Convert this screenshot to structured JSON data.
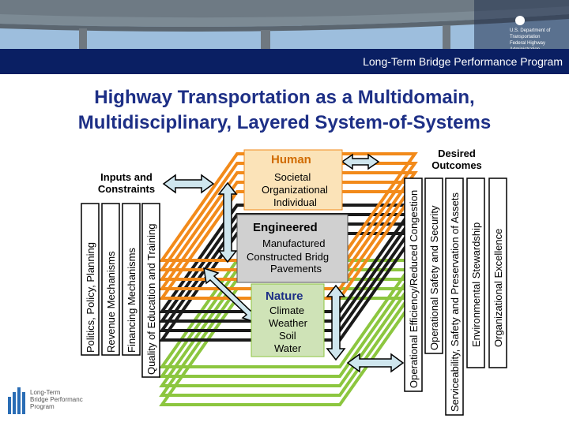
{
  "header": {
    "program_title": "Long-Term Bridge Performance Program",
    "dot_lines": [
      "U.S. Department of Transportation",
      "Federal Highway Administration"
    ]
  },
  "slide": {
    "title_line1": "Highway Transportation as a Multidomain,",
    "title_line2": "Multidisciplinary, Layered System-of-Systems"
  },
  "inputs": {
    "heading_line1": "Inputs and",
    "heading_line2": "Constraints",
    "items": [
      "Politics, Policy, Planning",
      "Revenue Mechanisms",
      "Financing Mechanisms",
      "Quality of Education and Training"
    ]
  },
  "outcomes": {
    "heading_line1": "Desired",
    "heading_line2": "Outcomes",
    "items": [
      "Operational Efficiency/Reduced Congestion",
      "Operational Safety and Security",
      "Serviceability, Safety and Preservation of Assets",
      "Environmental Stewardship",
      "Organizational Excellence"
    ]
  },
  "layers": {
    "human": {
      "title": "Human",
      "items": [
        "Societal",
        "Organizational",
        "Individual"
      ],
      "color": "#f28a1a"
    },
    "engineered": {
      "title": "Engineered",
      "items": [
        "Manufactured",
        "Constructed Bridg",
        "Pavements"
      ],
      "color": "#1a1a1a"
    },
    "nature": {
      "title": "Nature",
      "items": [
        "Climate",
        "Weather",
        "Soil",
        "Water"
      ],
      "color": "#8cc63f"
    }
  },
  "logo": {
    "lines": [
      "Long-Term",
      "Bridge Performanc",
      "Program"
    ]
  },
  "colors": {
    "header_bar": "#0a1f63",
    "title": "#1d2f86",
    "arrow_fill": "#cfe6ee"
  }
}
